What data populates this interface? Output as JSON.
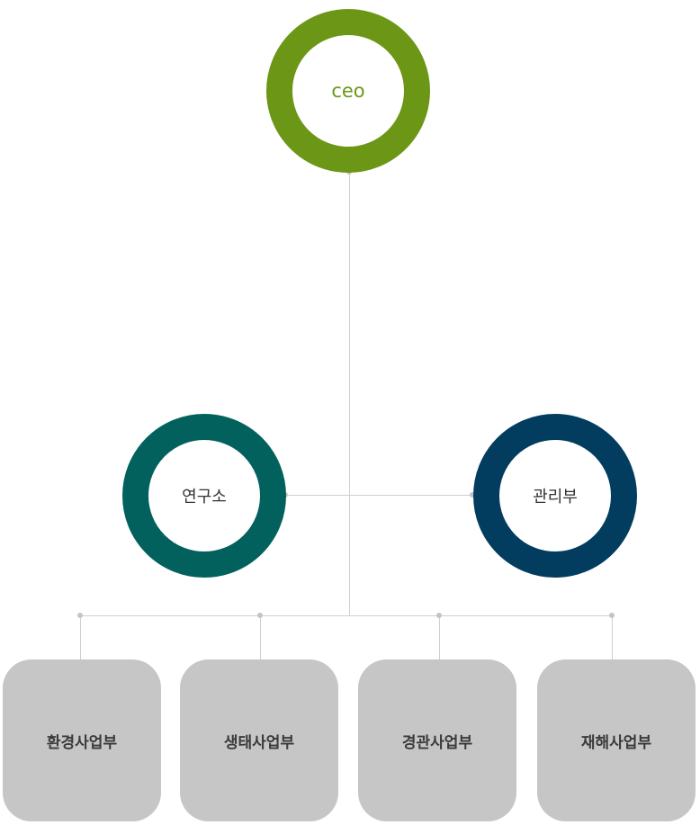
{
  "org_chart": {
    "ceo": {
      "label": "ceo",
      "color": "#6c9716"
    },
    "divisions": [
      {
        "label": "연구소",
        "color": "#03615d"
      },
      {
        "label": "관리부",
        "color": "#023d5f"
      }
    ],
    "departments": [
      {
        "label": "환경사업부"
      },
      {
        "label": "생태사업부"
      },
      {
        "label": "경관사업부"
      },
      {
        "label": "재해사업부"
      }
    ],
    "connector_color": "#cfcfcf",
    "department_color": "#c6c6c6"
  }
}
